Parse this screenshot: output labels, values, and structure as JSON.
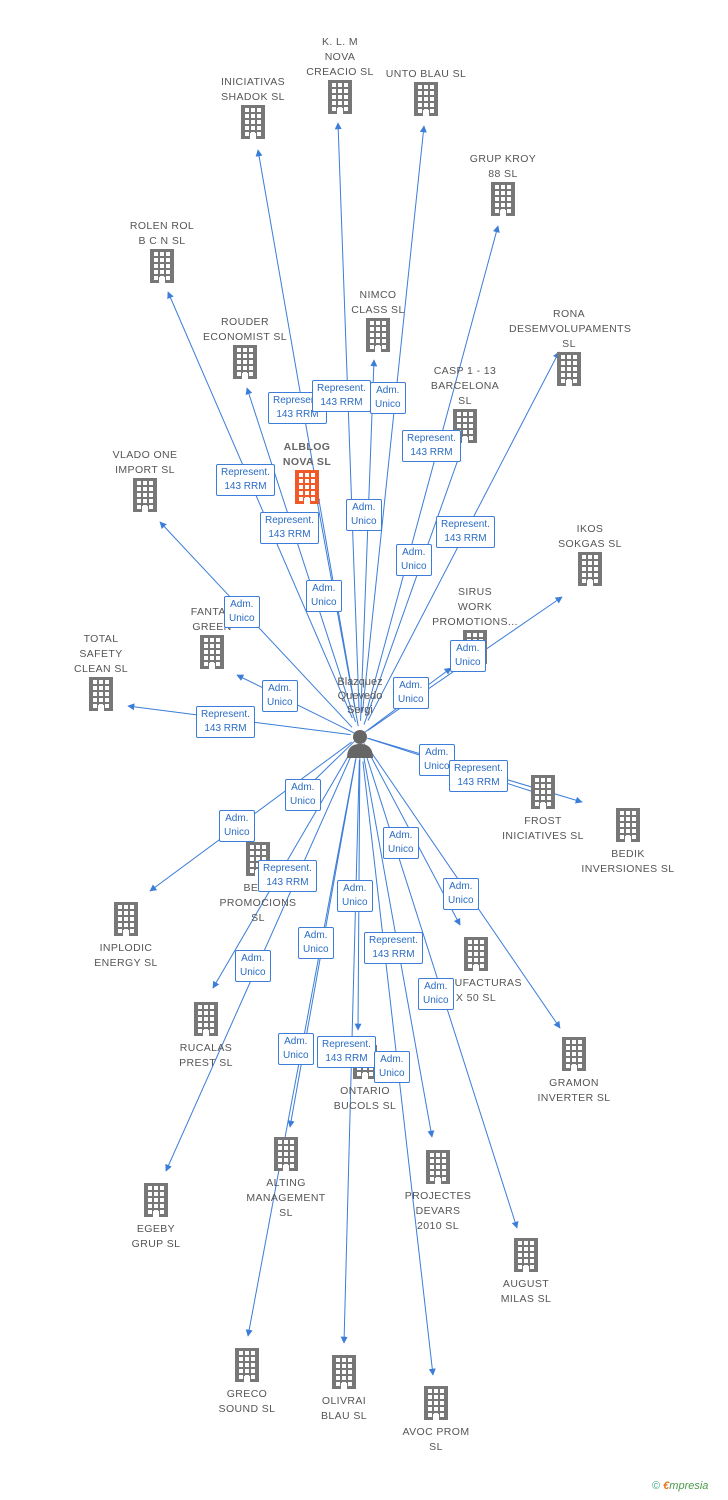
{
  "center": {
    "label": "Blazquez\nQuevedo\nSergi",
    "icon": "person-icon"
  },
  "colors": {
    "edge": "#3b7dd8",
    "building": "#777777",
    "highlight": "#f05a28"
  },
  "nodes": [
    {
      "id": "iniciativas",
      "label": "INICIATIVAS\nSHADOK SL"
    },
    {
      "id": "klm",
      "label": "K.  L. M\nNOVA\nCREACIO SL"
    },
    {
      "id": "unto",
      "label": "UNTO BLAU  SL"
    },
    {
      "id": "grupkroy",
      "label": "GRUP KROY\n88 SL"
    },
    {
      "id": "rolen",
      "label": "ROLEN ROL\nB C N SL"
    },
    {
      "id": "nimco",
      "label": "NIMCO\nCLASS  SL"
    },
    {
      "id": "rona",
      "label": "RONA\nDESEMVOLUPAMENTS SL"
    },
    {
      "id": "rouder",
      "label": "ROUDER\nECONOMIST SL"
    },
    {
      "id": "casp",
      "label": "CASP 1 - 13\nBARCELONA\nSL"
    },
    {
      "id": "alblog",
      "label": "ALBLOG\nNOVA  SL",
      "highlight": true
    },
    {
      "id": "vlado",
      "label": "VLADO ONE\nIMPORT  SL"
    },
    {
      "id": "ikos",
      "label": "IKOS\nSOKGAS  SL"
    },
    {
      "id": "fantas",
      "label": "FANTAS\nGREEN"
    },
    {
      "id": "sirus",
      "label": "SIRUS\nWORK\nPROMOTIONS..."
    },
    {
      "id": "total",
      "label": "TOTAL\nSAFETY\nCLEAN  SL"
    },
    {
      "id": "frost",
      "label": "FROST\nINICIATIVES  SL"
    },
    {
      "id": "bedik",
      "label": "BEDIK\nINVERSIONES SL"
    },
    {
      "id": "berl",
      "label": "BERL\nPROMOCIONS\nSL"
    },
    {
      "id": "inplodic",
      "label": "INPLODIC\nENERGY  SL"
    },
    {
      "id": "manufacturas",
      "label": "MANUFACTURAS\nX 50 SL"
    },
    {
      "id": "rucalas",
      "label": "RUCALAS\nPREST  SL"
    },
    {
      "id": "gramon",
      "label": "GRAMON\nINVERTER  SL"
    },
    {
      "id": "ontario",
      "label": "ONTARIO\nBUCOLS  SL"
    },
    {
      "id": "alting",
      "label": "ALTING\nMANAGEMENT\nSL"
    },
    {
      "id": "projectes",
      "label": "PROJECTES\nDEVARS\n2010 SL"
    },
    {
      "id": "egeby",
      "label": "EGEBY\nGRUP  SL"
    },
    {
      "id": "august",
      "label": "AUGUST\nMILAS  SL"
    },
    {
      "id": "greco",
      "label": "GRECO\nSOUND  SL"
    },
    {
      "id": "olivrai",
      "label": "OLIVRAI\nBLAU SL"
    },
    {
      "id": "avoc",
      "label": "AVOC PROM\nSL"
    }
  ],
  "tags": [
    {
      "id": "t1",
      "text": "Represent.\n143 RRM"
    },
    {
      "id": "t2",
      "text": "Represent.\n143 RRM"
    },
    {
      "id": "t3",
      "text": "Adm.\nUnico"
    },
    {
      "id": "t4",
      "text": "Represent.\n143 RRM"
    },
    {
      "id": "t5",
      "text": "Represent.\n143 RRM"
    },
    {
      "id": "t6",
      "text": "Adm.\nUnico"
    },
    {
      "id": "t7",
      "text": "Represent.\n143 RRM"
    },
    {
      "id": "t8",
      "text": "Represent.\n143 RRM"
    },
    {
      "id": "t9",
      "text": "Adm.\nUnico"
    },
    {
      "id": "t10",
      "text": "Adm.\nUnico"
    },
    {
      "id": "t11",
      "text": "Adm.\nUnico"
    },
    {
      "id": "t12",
      "text": "Adm.\nUnico"
    },
    {
      "id": "t13",
      "text": "Adm.\nUnico"
    },
    {
      "id": "t14",
      "text": "Adm.\nUnico"
    },
    {
      "id": "t15",
      "text": "Represent.\n143 RRM"
    },
    {
      "id": "t16",
      "text": "Adm.\nUnico"
    },
    {
      "id": "t17",
      "text": "Represent.\n143 RRM"
    },
    {
      "id": "t18",
      "text": "Adm.\nUnico"
    },
    {
      "id": "t19",
      "text": "Adm.\nUnico"
    },
    {
      "id": "t20",
      "text": "Adm.\nUnico"
    },
    {
      "id": "t21",
      "text": "Represent.\n143 RRM"
    },
    {
      "id": "t22",
      "text": "Adm.\nUnico"
    },
    {
      "id": "t23",
      "text": "Adm.\nUnico"
    },
    {
      "id": "t24",
      "text": "Adm.\nUnico"
    },
    {
      "id": "t25",
      "text": "Represent.\n143 RRM"
    },
    {
      "id": "t26",
      "text": "Adm.\nUnico"
    },
    {
      "id": "t27",
      "text": "Adm.\nUnico"
    },
    {
      "id": "t28",
      "text": "Adm.\nUnico"
    },
    {
      "id": "t29",
      "text": "Represent.\n143 RRM"
    },
    {
      "id": "t30",
      "text": "Adm.\nUnico"
    }
  ],
  "copyright": {
    "symbol": "©",
    "brand_e": "€",
    "brand_rest": "mpresia"
  }
}
